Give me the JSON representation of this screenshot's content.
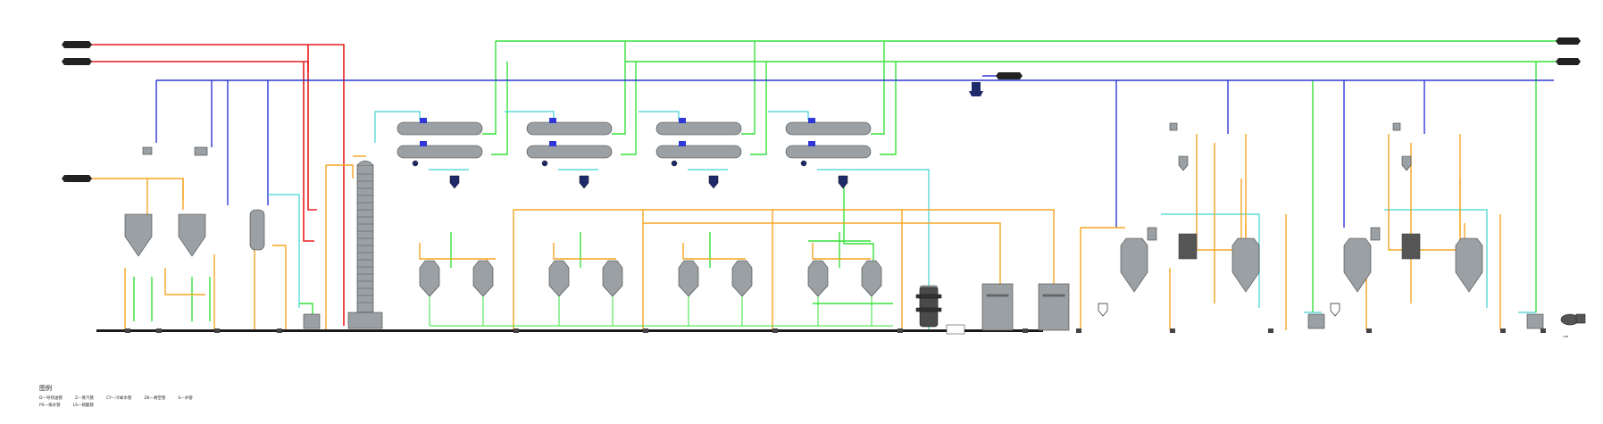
{
  "colors": {
    "steam": "#e81e1e",
    "water": "#37e13c",
    "vacuum": "#2f38d6",
    "oil": "#f5a623",
    "cooling": "#3fd3d3",
    "equipment": "#9aa0a4",
    "ground": "#1a1a1a"
  },
  "legend": {
    "title": "图例",
    "items": [
      "D—导热油管",
      "Z—蒸汽管",
      "CY—冷却水管",
      "ZK—真空管",
      "S—水管",
      "PS—排水管",
      "LS—硫酸管"
    ]
  },
  "bottom": {
    "bottom_right_label": "CSB"
  }
}
